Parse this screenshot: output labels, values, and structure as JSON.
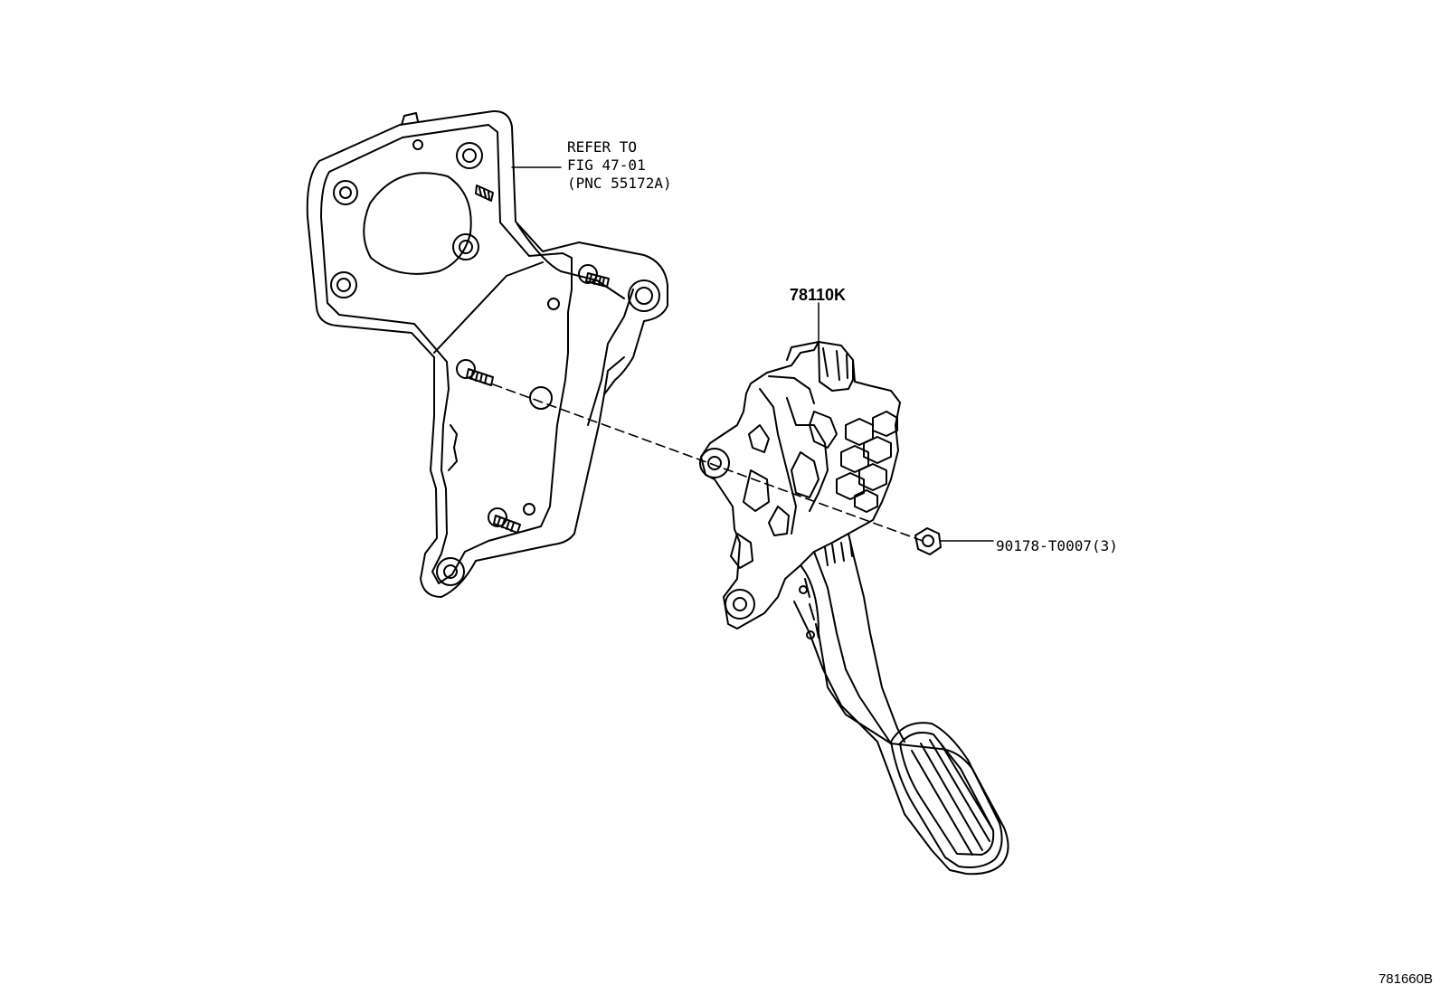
{
  "labels": {
    "reference": {
      "line1": "REFER TO",
      "line2": "FIG 47-01",
      "line3": "(PNC 55172A)"
    },
    "pedal_part_number": "78110K",
    "nut_part_number": "90178-T0007(3)",
    "figure_id": "781660B"
  }
}
